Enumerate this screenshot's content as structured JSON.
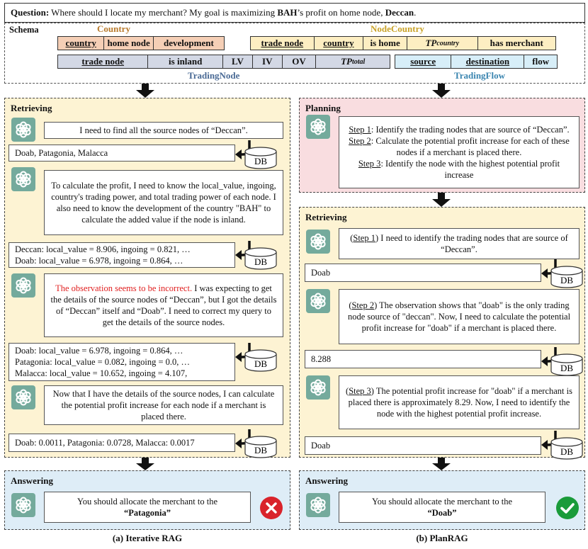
{
  "question": {
    "label": "Question:",
    "text_pre": " Where should I locate my merchant? My goal is maximizing ",
    "text_bold1": "BAH",
    "text_mid": "’s profit on home node, ",
    "text_bold2": "Deccan",
    "text_post": "."
  },
  "schema": {
    "label": "Schema",
    "country": {
      "name": "Country",
      "color": "#f5cfb6",
      "title_color": "#b87a2c",
      "cols": [
        "country",
        "home node",
        "development"
      ]
    },
    "nodecountry": {
      "name": "NodeCountry",
      "color": "#fdeec2",
      "title_color": "#c9a227",
      "cols": [
        "trade node",
        "country",
        "is home",
        "TP",
        "country",
        "has merchant"
      ]
    },
    "tradingnode": {
      "name": "TradingNode",
      "color": "#d3d8e5",
      "title_color": "#4a6a95",
      "cols": [
        "trade node",
        "is inland",
        "LV",
        "IV",
        "OV",
        "TP",
        "total"
      ]
    },
    "tradingflow": {
      "name": "TradingFlow",
      "color": "#d7eef8",
      "title_color": "#3a85b0",
      "cols": [
        "source",
        "destination",
        "flow"
      ]
    }
  },
  "colors": {
    "retrieving_bg": "#fdf3d3",
    "planning_bg": "#f9dde0",
    "answering_bg": "#deedf7",
    "fail": "#d9232b",
    "success": "#1a9b3a",
    "gpt": "#74aa9c"
  },
  "left": {
    "retrieving_title": "Retrieving",
    "msg1": "I need to find all the source nodes of “Deccan”.",
    "res1": [
      "Doab, Patagonia, Malacca"
    ],
    "msg2": "To calculate the profit, I need to know the local_value, ingoing, country's trading power, and total trading power of each node. I also need to know the development of the country \"BAH\" to calculate the added value if the node is inland.",
    "res2": [
      "Deccan: local_value = 8.906, ingoing = 0.821, …",
      "Doab: local_value = 6.978, ingoing = 0.864, …"
    ],
    "msg3_red": "The observation seems to be incorrect.",
    "msg3_rest": " I was expecting to get the details of the source nodes of “Deccan”, but I got the details of “Deccan” itself and “Doab”. I need to correct my query to get the details of the source nodes.",
    "res3": [
      "Doab: local_value = 6.978, ingoing = 0.864, …",
      "Patagonia: local_value = 0.082, ingoing = 0.0, …",
      "Malacca: local_value = 10.652, ingoing = 4.107,"
    ],
    "msg4": "Now that I have the details of the source nodes, I can calculate the potential profit increase for each node if a merchant is placed there.",
    "res4": [
      "Doab: 0.0011, Patagonia: 0.0728, Malacca: 0.0017"
    ],
    "answering_title": "Answering",
    "answer_text": "You should allocate the merchant to the",
    "answer_bold": "“Patagonia”",
    "caption": "(a) Iterative RAG"
  },
  "right": {
    "planning_title": "Planning",
    "steps": [
      {
        "label": "Step 1",
        "text": ": Identify the trading nodes that are source of “Deccan”."
      },
      {
        "label": "Step 2",
        "text": ": Calculate the potential profit increase for each of these nodes if a merchant is placed there."
      },
      {
        "label": "Step 3",
        "text": ": Identify the node with the highest potential profit increase"
      }
    ],
    "retrieving_title": "Retrieving",
    "msg1_step": "Step 1",
    "msg1": " I need to identify the trading nodes that are source of “Deccan”.",
    "res1": [
      "Doab"
    ],
    "msg2_step": "Step 2",
    "msg2": " The observation shows that \"doab\" is the only trading node source of \"deccan\". Now, I need to calculate the potential profit increase for \"doab\" if a merchant is placed there.",
    "res2": [
      "8.288"
    ],
    "msg3_step": "Step 3",
    "msg3": " The potential profit increase for \"doab\" if a merchant is placed there is approximately 8.29. Now, I need to identify the node with the highest potential profit increase.",
    "res3": [
      "Doab"
    ],
    "answering_title": "Answering",
    "answer_text": "You should allocate the merchant to the",
    "answer_bold": "“Doab”",
    "caption": "(b) PlanRAG"
  },
  "db_label": "DB",
  "icons": {
    "gpt": "openai-logo-icon",
    "db": "database-icon",
    "fail": "cross-icon",
    "success": "check-icon"
  }
}
